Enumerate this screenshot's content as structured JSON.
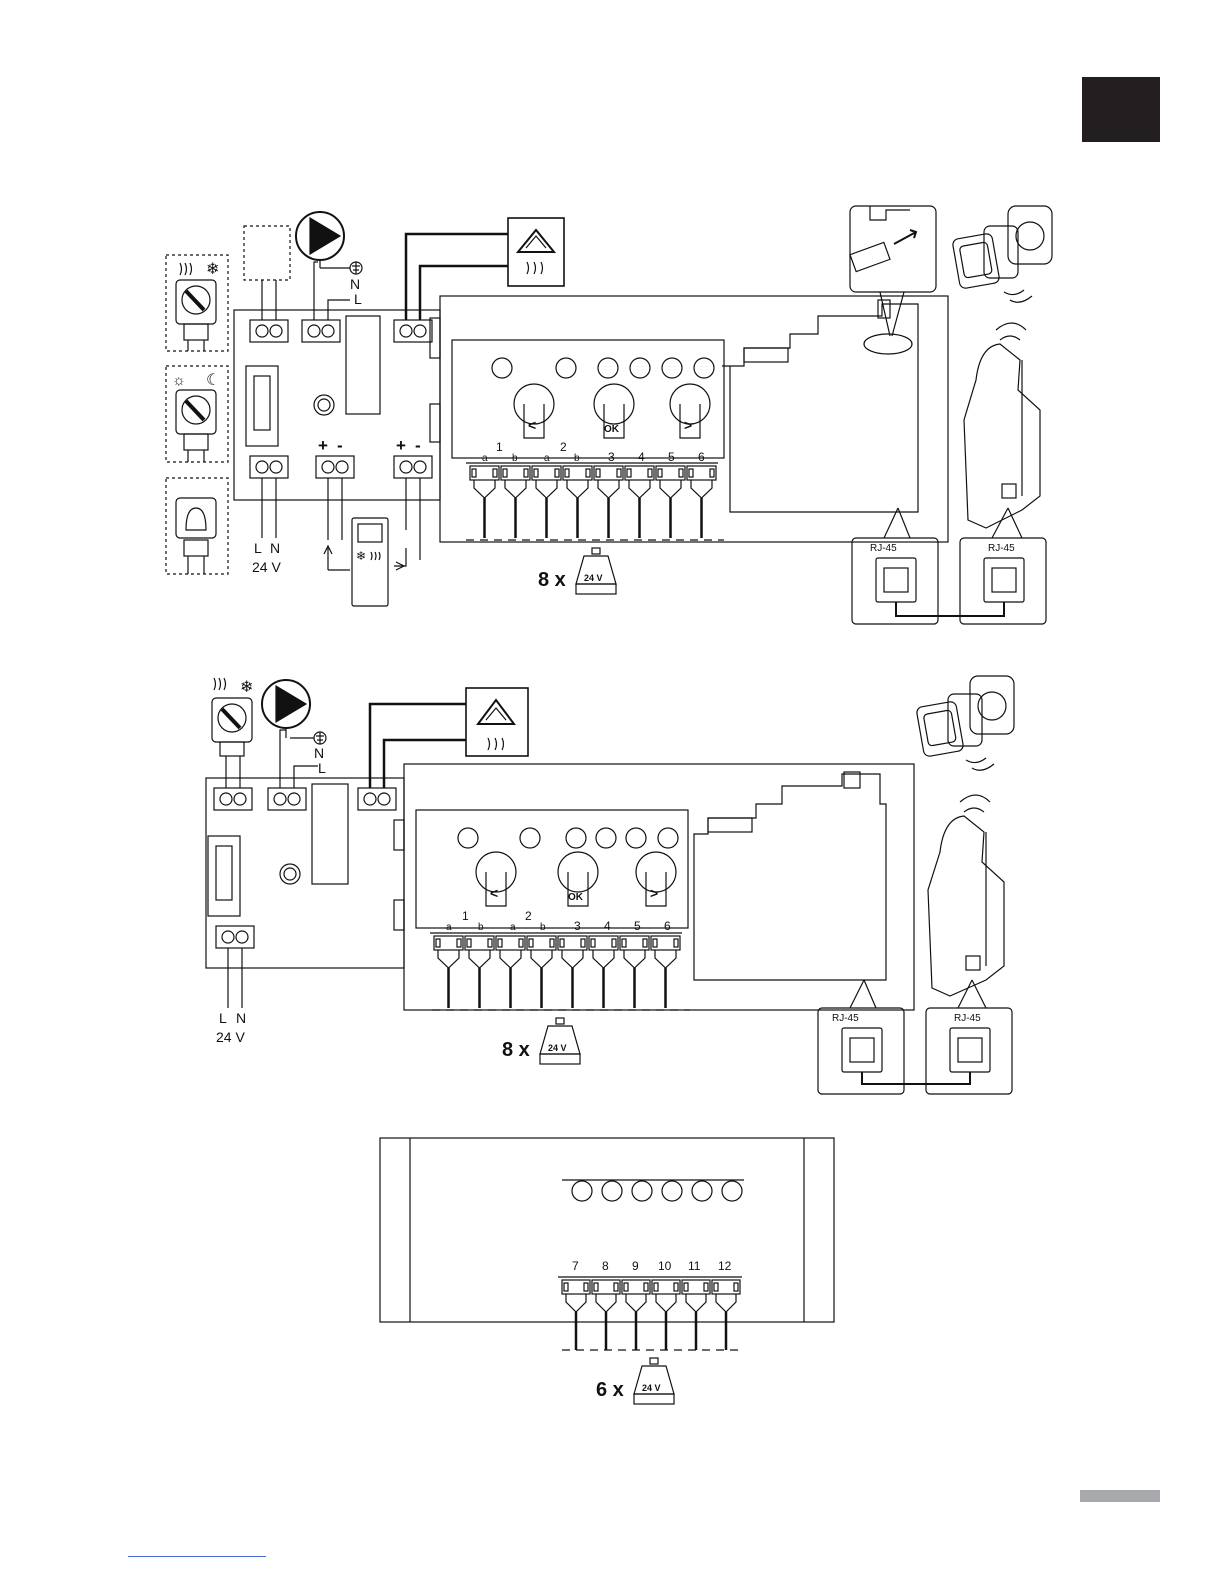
{
  "diagram1": {
    "power_labels": [
      "L",
      "N"
    ],
    "power_voltage": "24 V",
    "pump_labels": [
      "N",
      "L"
    ],
    "polarity": [
      "+",
      "-",
      "+",
      "-"
    ],
    "channel_groups": [
      "1",
      "2",
      "3",
      "4",
      "5",
      "6"
    ],
    "sub_labels": [
      "a",
      "b",
      "a",
      "b"
    ],
    "button_labels": [
      "<",
      "OK",
      ">"
    ],
    "actuator_count": "8 x",
    "actuator_voltage": "24 V",
    "rj45_left": "RJ-45",
    "rj45_right": "RJ-45"
  },
  "diagram2": {
    "power_labels": [
      "L",
      "N"
    ],
    "power_voltage": "24 V",
    "pump_labels": [
      "N",
      "L"
    ],
    "channel_groups": [
      "1",
      "2",
      "3",
      "4",
      "5",
      "6"
    ],
    "sub_labels": [
      "a",
      "b",
      "a",
      "b"
    ],
    "button_labels": [
      "<",
      "OK",
      ">"
    ],
    "actuator_count": "8 x",
    "actuator_voltage": "24 V",
    "rj45_left": "RJ-45",
    "rj45_right": "RJ-45"
  },
  "diagram3": {
    "channel_labels": [
      "7",
      "8",
      "9",
      "10",
      "11",
      "12"
    ],
    "actuator_count": "6 x",
    "actuator_voltage": "24 V"
  }
}
